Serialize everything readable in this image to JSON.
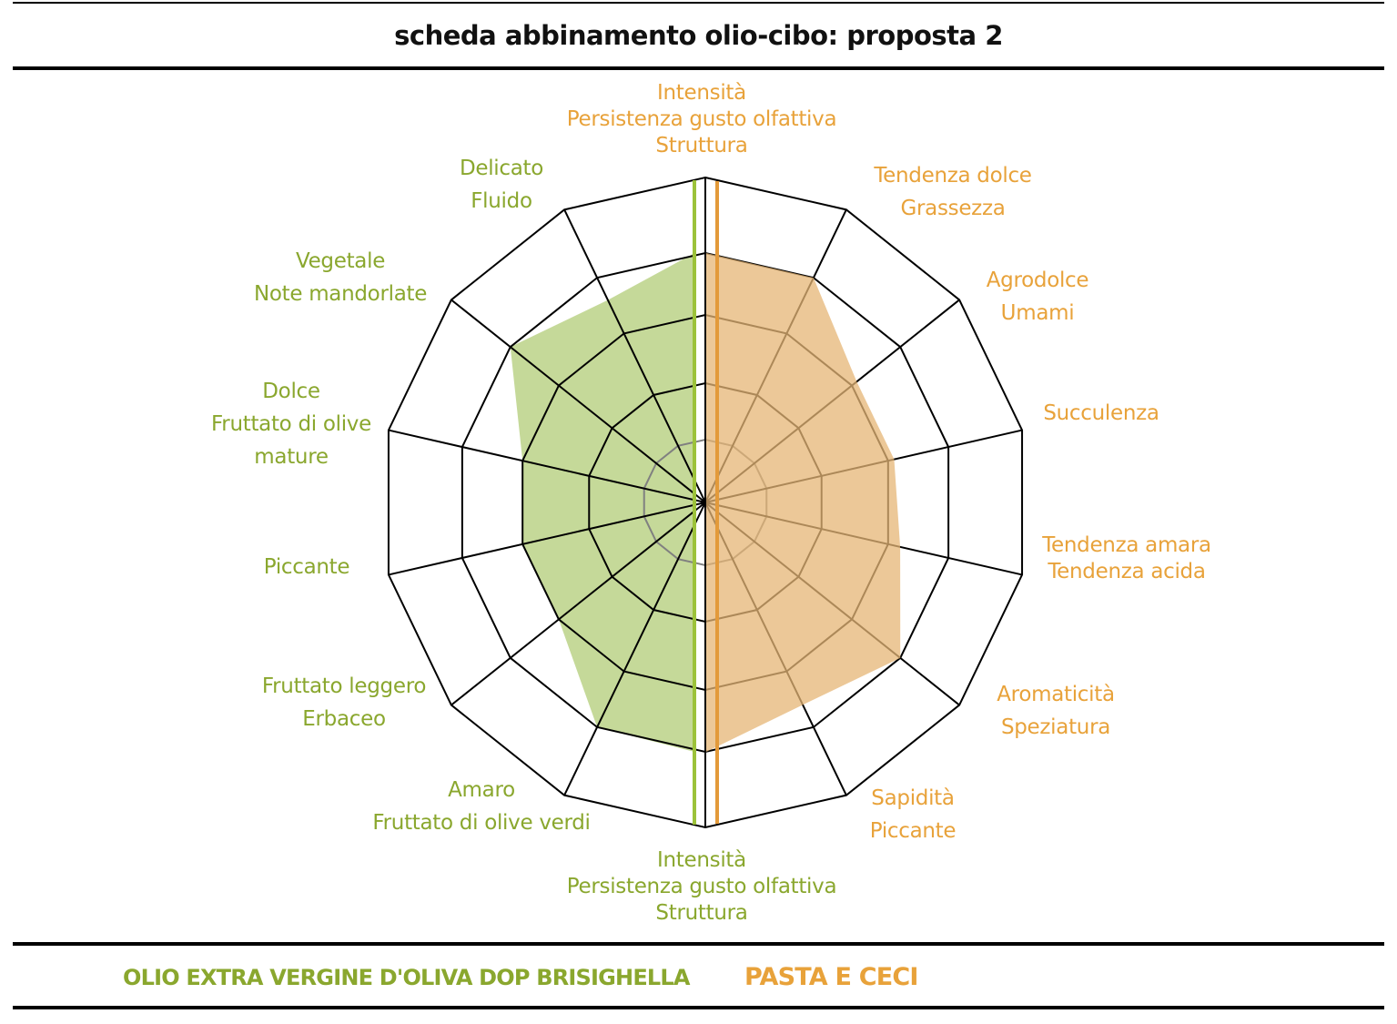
{
  "title": "scheda abbinamento olio-cibo: proposta 2",
  "colors": {
    "oil": "#8aa72e",
    "oil_fill": "#c5d999",
    "oil_line": "#9cc23a",
    "food": "#e8a23a",
    "food_fill": "#e5b575",
    "food_line": "#e39a3a"
  },
  "legend": {
    "oil": "OLIO EXTRA VERGINE D'OLIVA DOP BRISIGHELLA",
    "food": "PASTA E CECI"
  },
  "chart_data": {
    "type": "radar",
    "title": "scheda abbinamento olio-cibo: proposta 2",
    "levels": 5,
    "axes_food": [
      [
        "Intensità",
        "Persistenza gusto olfattiva",
        "Struttura"
      ],
      [
        "Tendenza dolce",
        "Grassezza"
      ],
      [
        "Agrodolce",
        "Umami"
      ],
      [
        "Succulenza"
      ],
      [
        "Tendenza amara",
        "Tendenza acida"
      ],
      [
        "Aromaticità",
        "Speziatura"
      ],
      [
        "Sapidità",
        "Piccante"
      ]
    ],
    "axes_oil": [
      [
        "Intensità",
        "Persistenza gusto olfattiva",
        "Struttura"
      ],
      [
        "Amaro",
        "Fruttato di olive verdi"
      ],
      [
        "Fruttato leggero",
        "Erbaceo"
      ],
      [
        "Piccante"
      ],
      [
        "Dolce",
        "Fruttato di olive",
        "mature"
      ],
      [
        "Vegetale",
        "Note mandorlate"
      ],
      [
        "Delicato",
        "Fluido"
      ]
    ],
    "series": [
      {
        "name": "PASTA E CECI",
        "axis_set": "axes_food",
        "values": [
          4,
          4,
          3.1,
          3.1,
          3.2,
          4,
          3.6,
          4
        ]
      },
      {
        "name": "OLIO EXTRA VERGINE D'OLIVA DOP BRISIGHELLA",
        "axis_set": "axes_oil",
        "values": [
          4,
          4,
          3,
          3,
          3,
          4,
          3.6,
          4
        ]
      }
    ]
  }
}
